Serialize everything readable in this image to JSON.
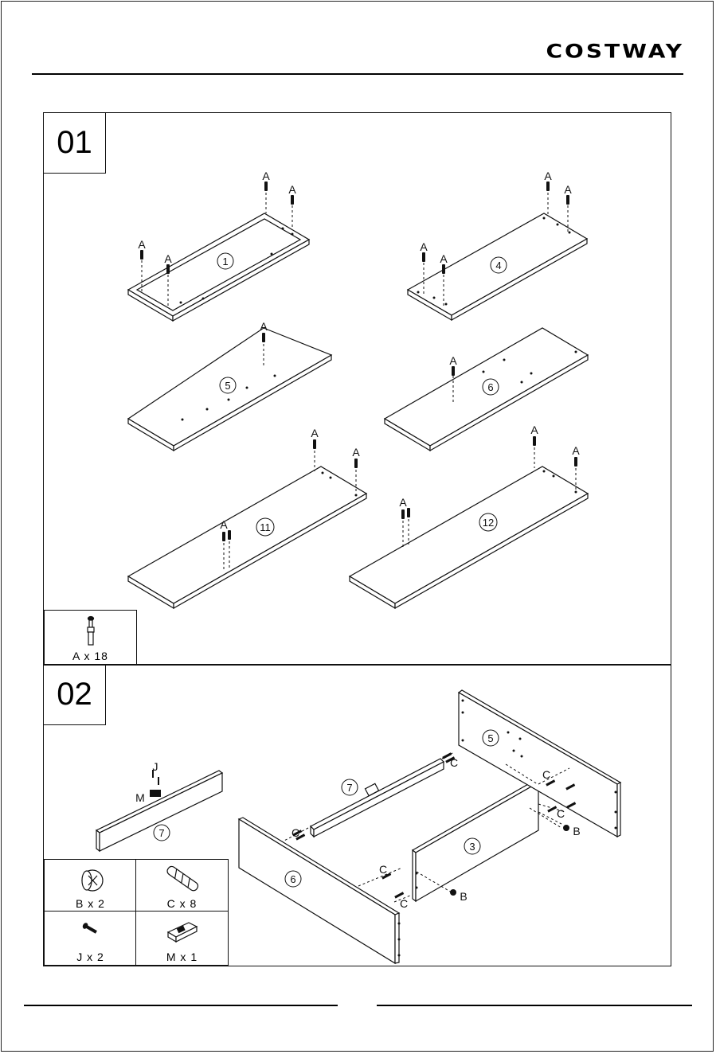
{
  "header": {
    "brand": "COSTWAY"
  },
  "step1": {
    "number": "01",
    "parts": [
      "1",
      "4",
      "5",
      "6",
      "11",
      "12"
    ],
    "hardware_letter": "A",
    "hardware": [
      {
        "label": "A x 18",
        "icon": "cam-bolt-icon"
      }
    ]
  },
  "step2": {
    "number": "02",
    "parts": [
      "7",
      "7",
      "5",
      "3",
      "6"
    ],
    "labels": {
      "b": "B",
      "c": "C",
      "j": "J",
      "m": "M"
    },
    "hardware": [
      {
        "label": "B x 2",
        "icon": "cam-lock-icon"
      },
      {
        "label": "C x 8",
        "icon": "wooden-dowel-icon"
      },
      {
        "label": "J x 2",
        "icon": "screw-icon"
      },
      {
        "label": "M x 1",
        "icon": "magnetic-catch-icon"
      }
    ]
  }
}
